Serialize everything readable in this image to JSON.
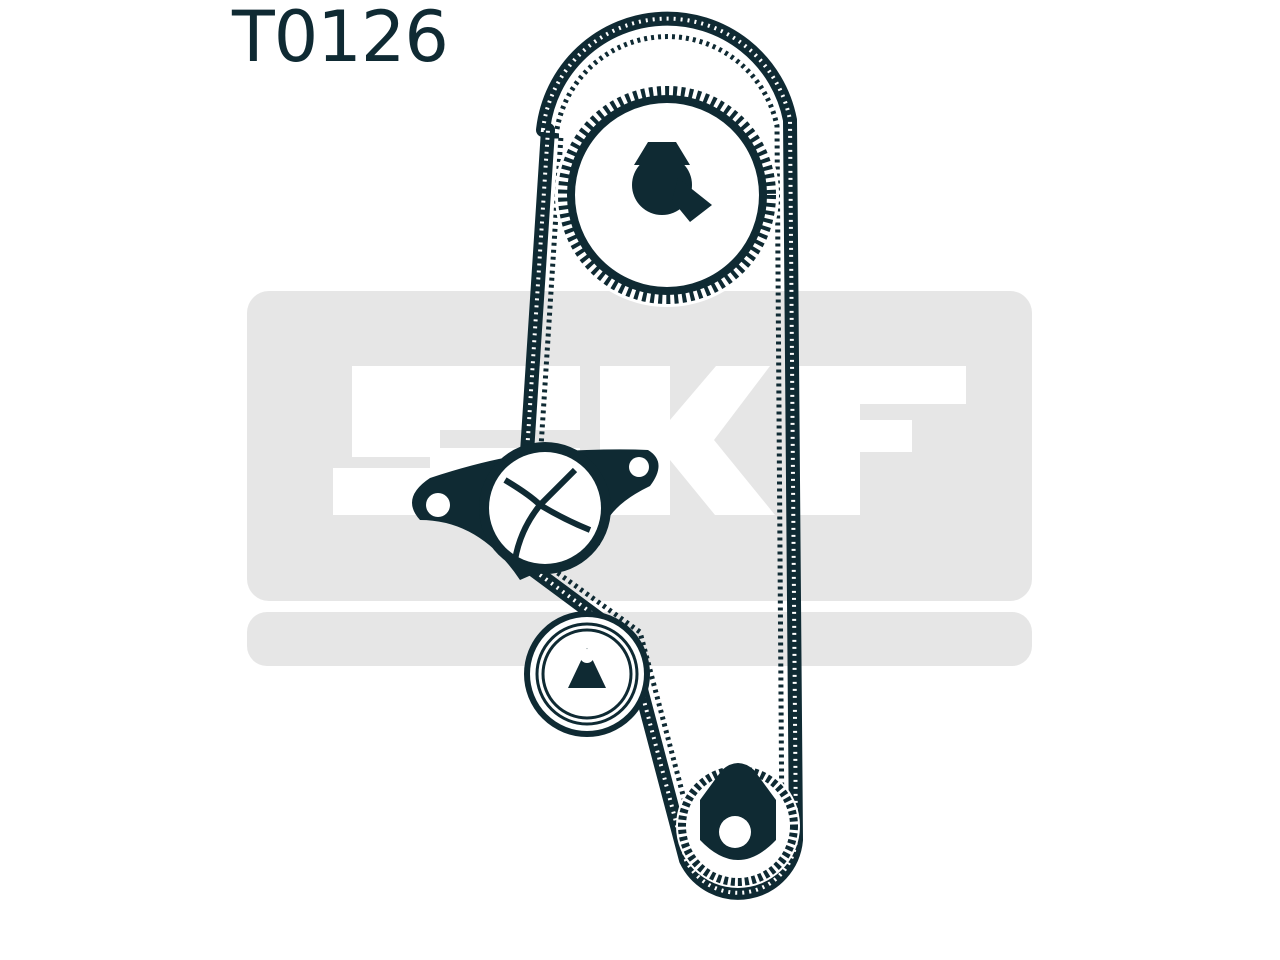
{
  "part_code": "T0126",
  "watermark": {
    "brand": "SKF",
    "render": "logo-picture"
  },
  "components": {
    "camshaft_sprocket": {
      "icon": "toothed-sprocket-icon"
    },
    "tensioner_pulley": {
      "icon": "eccentric-tensioner-icon"
    },
    "idler_pulley": {
      "icon": "idler-pulley-icon"
    },
    "crankshaft_sprocket": {
      "icon": "crank-sprocket-icon"
    },
    "belt": {
      "icon": "toothed-belt-icon"
    }
  },
  "colors": {
    "ink": "#0f2a33",
    "watermark_gray": "#e6e6e6",
    "background": "#ffffff"
  }
}
